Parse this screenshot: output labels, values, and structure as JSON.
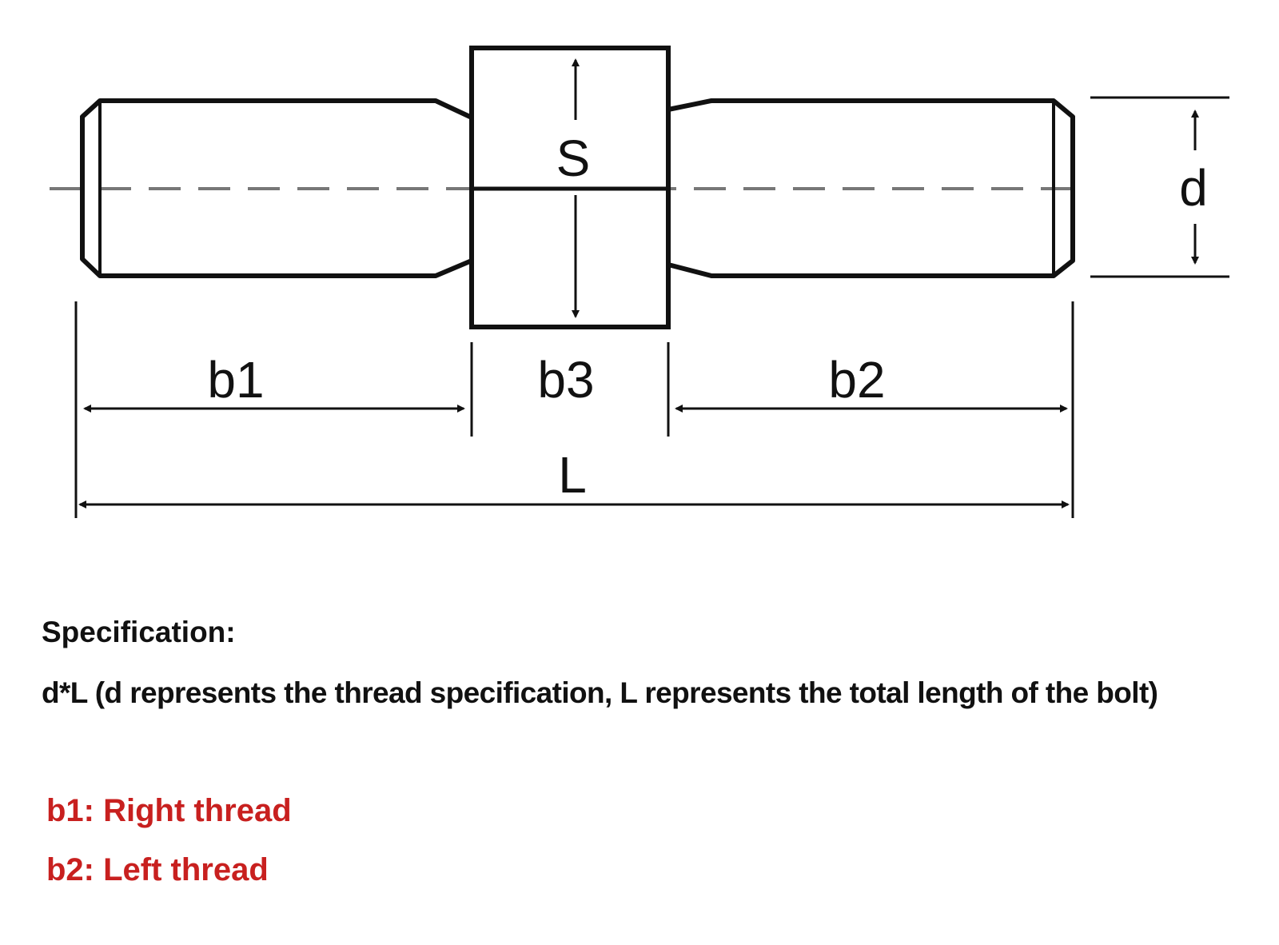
{
  "diagram": {
    "labels": {
      "s": "S",
      "d": "d",
      "b1": "b1",
      "b3": "b3",
      "b2": "b2",
      "l": "L"
    }
  },
  "spec": {
    "title": "Specification:",
    "description": "d*L (d represents the thread specification, L represents the total length of the bolt)"
  },
  "notes": {
    "b1": "b1: Right thread",
    "b2": "b2: Left thread"
  },
  "colors": {
    "line": "#111111",
    "centerline": "#777777",
    "note_red": "#c8201f"
  }
}
